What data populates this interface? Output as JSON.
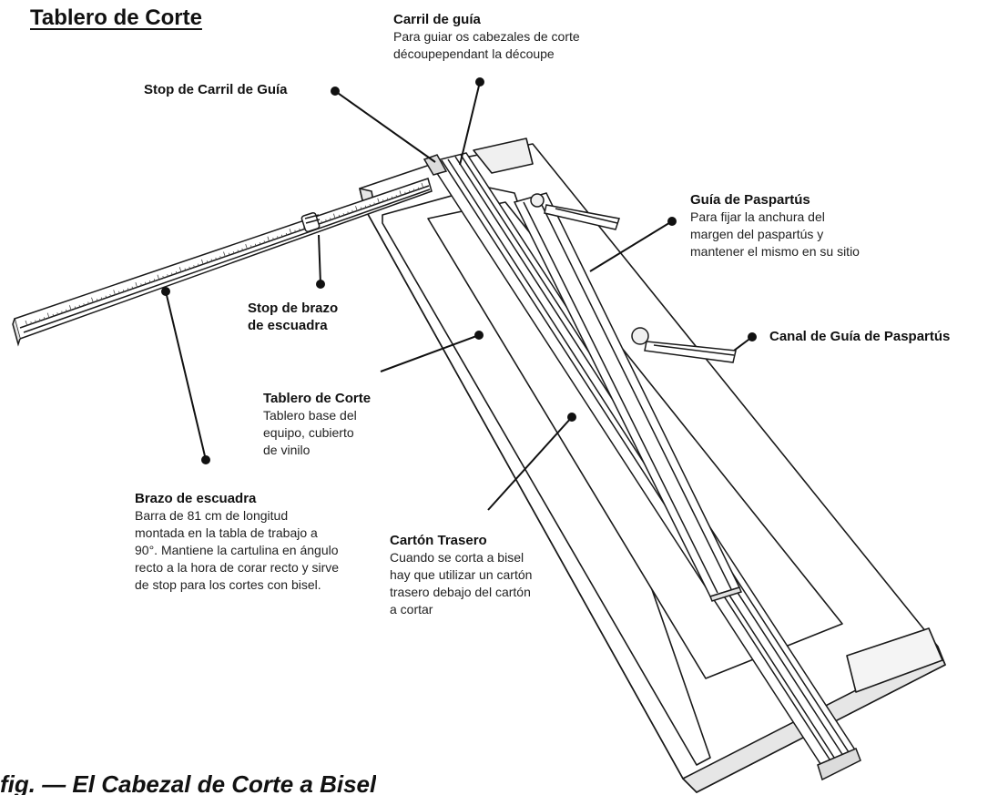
{
  "title": "Tablero de Corte",
  "bottom_heading": "fig. — El Cabezal de Corte a Bisel",
  "callouts": {
    "guide_rail": {
      "title": "Carril de guía",
      "lines": [
        "Para guiar os cabezales de corte",
        "découpependant la découpe"
      ]
    },
    "guide_rail_stop": {
      "title": "Stop de Carril de Guía"
    },
    "mat_guide": {
      "title": "Guía de Paspartús",
      "lines": [
        "Para fijar la anchura del",
        "margen del paspartús y",
        "mantener el mismo en su sitio"
      ]
    },
    "squaring_arm_stop": {
      "title_lines": [
        "Stop de brazo",
        "de escuadra"
      ]
    },
    "mat_guide_channel": {
      "title": "Canal de Guía de Paspartús"
    },
    "cutting_board": {
      "title": "Tablero de Corte",
      "lines": [
        "Tablero base del",
        "equipo, cubierto",
        "de vinilo"
      ]
    },
    "squaring_arm": {
      "title": "Brazo de escuadra",
      "lines": [
        "Barra de 81 cm de longitud",
        "montada en la tabla de trabajo a",
        "90°. Mantiene la cartulina en ángulo",
        "recto a la hora de corar recto y sirve",
        "de stop para los cortes con bisel."
      ]
    },
    "backing_board": {
      "title": "Cartón Trasero",
      "lines": [
        "Cuando se corta a bisel",
        "hay que utilizar un cartón",
        "trasero debajo del cartón",
        "a cortar"
      ]
    }
  }
}
